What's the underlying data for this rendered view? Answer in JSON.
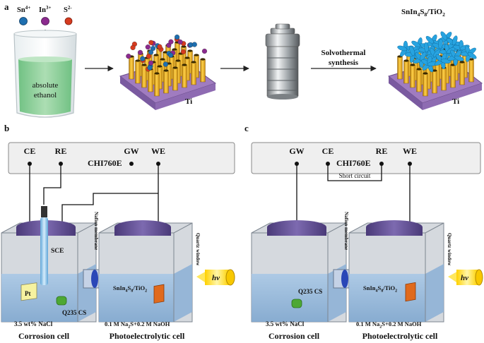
{
  "panel_a": {
    "panel_label": "a",
    "ion_sn": "Sn",
    "ion_sn_charge": "4+",
    "ion_in": "In",
    "ion_in_charge": "3+",
    "ion_s": "S",
    "ion_s_charge": "2-",
    "beaker_line1": "absolute",
    "beaker_line2": "ethanol",
    "substrate_label": "Ti",
    "step_label_1": "Solvothermal",
    "step_label_2": "synthesis",
    "product_p1": "SnIn",
    "product_s1": "4",
    "product_p2": "S",
    "product_s2": "8",
    "product_p3": "/TiO",
    "product_s3": "2",
    "substrate_label_2": "Ti",
    "colors": {
      "sn": "#1e6fb0",
      "in": "#8b2a8e",
      "s": "#d63b1f",
      "nanotube": "#f3b31b",
      "substrate": "#9b78b8",
      "flower": "#27a3e0",
      "solution": "#8fd09a"
    }
  },
  "panel_b": {
    "panel_label": "b",
    "workstation": "CHI760E",
    "terminals": [
      "CE",
      "RE",
      "GW",
      "WE"
    ],
    "sce": "SCE",
    "pt": "Pt",
    "q235": "Q235 CS",
    "electrolyte_left": "3.5 wt% NaCl",
    "electrolyte_right_a": "0.1 M Na",
    "electrolyte_right_sub": "2",
    "electrolyte_right_b": "S+0.2 M NaOH",
    "photoanode_a": "SnIn",
    "photoanode_s1": "4",
    "photoanode_b": "S",
    "photoanode_s2": "8",
    "photoanode_c": "/TiO",
    "photoanode_s3": "2",
    "membrane": "Nafion membrane",
    "window": "Quartz window",
    "light": "hν",
    "cell_left": "Corrosion cell",
    "cell_right": "Photoelectrolytic cell"
  },
  "panel_c": {
    "panel_label": "c",
    "workstation": "CHI760E",
    "terminals": [
      "GW",
      "CE",
      "RE",
      "WE"
    ],
    "short_circuit": "Short circuit",
    "q235": "Q235 CS",
    "electrolyte_left": "3.5 wt% NaCl",
    "electrolyte_right_a": "0.1 M Na",
    "electrolyte_right_sub": "2",
    "electrolyte_right_b": "S+0.2 M NaOH",
    "photoanode_a": "SnIn",
    "photoanode_s1": "4",
    "photoanode_b": "S",
    "photoanode_s2": "8",
    "photoanode_c": "/TiO",
    "photoanode_s3": "2",
    "membrane": "Nafion membrane",
    "window": "Quartz window",
    "light": "hν",
    "cell_left": "Corrosion cell",
    "cell_right": "Photoelectrolytic cell"
  }
}
